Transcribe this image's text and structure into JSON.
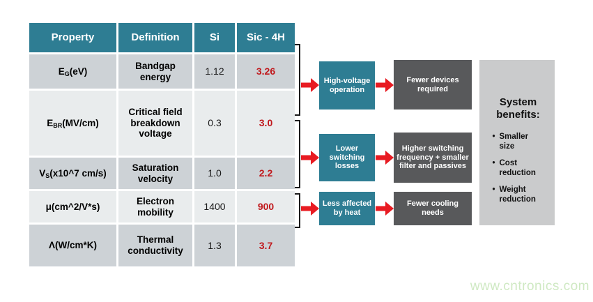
{
  "table": {
    "headers": [
      "Property",
      "Definition",
      "Si",
      "Sic - 4H"
    ],
    "rows": [
      {
        "p_base": "E",
        "p_sub": "G",
        "p_rest": " (eV)",
        "definition": "Bandgap energy",
        "si": "1.12",
        "sic": "3.26"
      },
      {
        "p_base": "E",
        "p_sub": "BR",
        "p_rest": " (MV/cm)",
        "definition": "Critical field breakdown voltage",
        "si": "0.3",
        "sic": "3.0"
      },
      {
        "p_base": "V",
        "p_sub": "S",
        "p_rest": " (x10^7 cm/s)",
        "definition": "Saturation velocity",
        "si": "1.0",
        "sic": "2.2"
      },
      {
        "p_base": "μ",
        "p_sub": "",
        "p_rest": " (cm^2/V*s)",
        "definition": "Electron mobility",
        "si": "1400",
        "sic": "900"
      },
      {
        "p_base": "Λ",
        "p_sub": "",
        "p_rest": " (W/cm*K)",
        "definition": "Thermal conductivity",
        "si": "1.3",
        "sic": "3.7"
      }
    ]
  },
  "flow": [
    {
      "cause": "High-voltage operation",
      "effect": "Fewer devices required"
    },
    {
      "cause": "Lower switching losses",
      "effect": "Higher switching frequency + smaller filter and passives"
    },
    {
      "cause": "Less affected by heat",
      "effect": "Fewer cooling needs"
    }
  ],
  "benefits": {
    "title": "System benefits:",
    "items": [
      "Smaller size",
      "Cost reduction",
      "Weight reduction"
    ]
  },
  "watermark": {
    "text": "www.cntronics.com"
  },
  "colors": {
    "teal": "#2e7d93",
    "dark_box": "#58595b",
    "arrow_red": "#e81b22",
    "value_red": "#c0181c",
    "row_gray": "#cdd2d6",
    "row_light": "#e9eced",
    "panel_gray": "#cacbcc",
    "watermark_green": "#cfe9c3"
  }
}
